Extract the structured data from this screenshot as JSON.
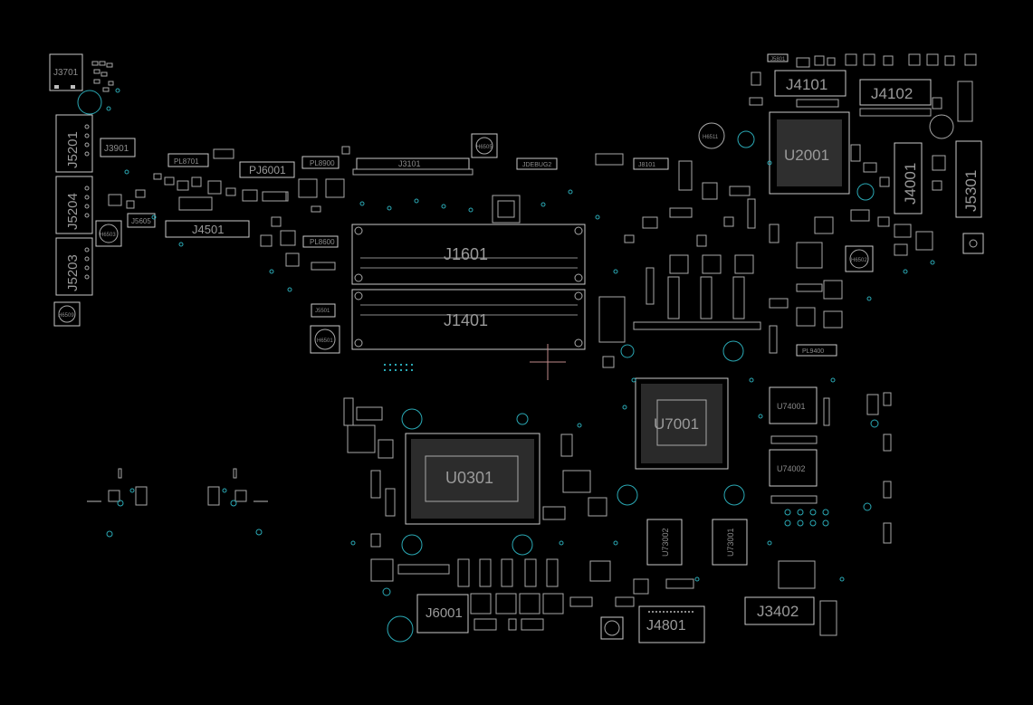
{
  "view": {
    "title": "PCB board layout viewer",
    "background_color": "#000000",
    "outline_color": "#c9c9c9",
    "via_color": "#2aa8b4",
    "cursor_color": "#c08a8a"
  },
  "labels": {
    "J3701": "J3701",
    "J5201": "J5201",
    "J3901": "J3901",
    "J5204": "J5204",
    "J5203": "J5203",
    "J5605": "J5605",
    "PL8701": "PL8701",
    "PJ6001": "PJ6001",
    "PL8900": "PL8900",
    "J4501": "J4501",
    "PL8600": "PL8600",
    "J3101": "J3101",
    "H6505": "H6505",
    "JDEBUG2": "JDEBUG2",
    "J8101": "J8101",
    "J1601": "J1601",
    "J1401": "J1401",
    "J5501": "J5501",
    "H6501": "H6501",
    "J5801": "J5801",
    "J4101": "J4101",
    "J4102": "J4102",
    "H6511": "H6511",
    "U2001": "U2001",
    "J4001": "J4001",
    "J5301": "J5301",
    "H6502": "H6502",
    "U7001": "U7001",
    "U74001": "U74001",
    "U74002": "U74002",
    "U0301": "U0301",
    "U73002": "U73002",
    "U73001": "U73001",
    "J6001": "J6001",
    "J4801": "J4801",
    "J3402": "J3402",
    "PL9400": "PL9400",
    "H6503": "H6503",
    "H6509": "H6509"
  }
}
